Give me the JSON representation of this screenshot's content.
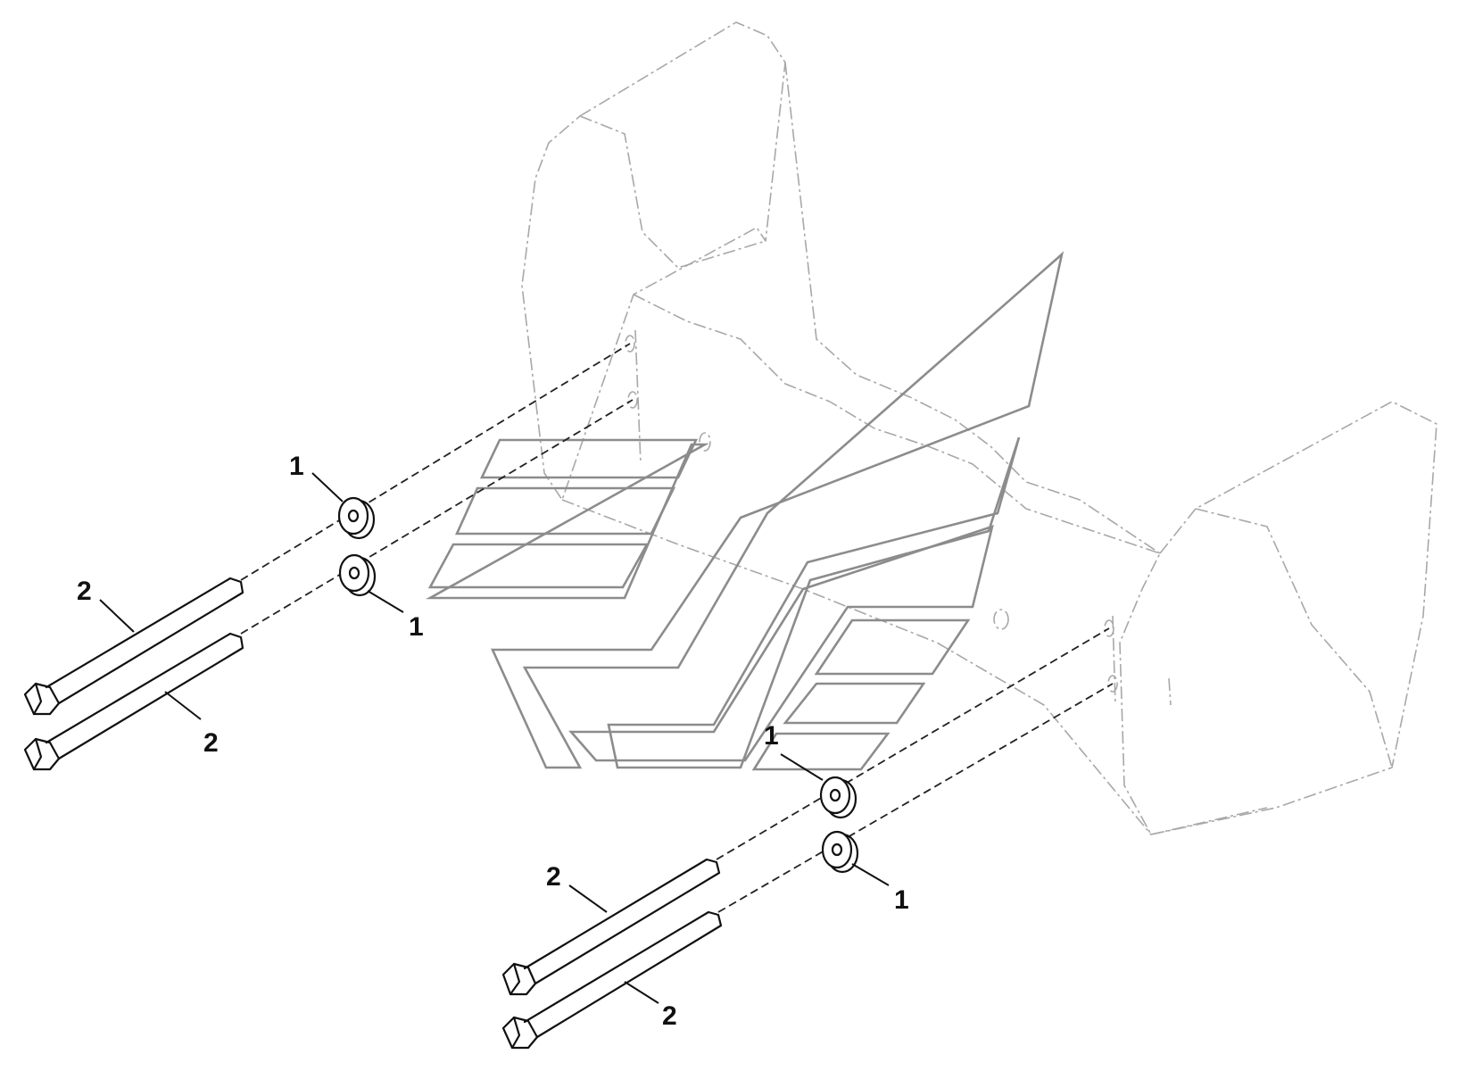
{
  "diagram": {
    "callouts": {
      "c1": "1",
      "c2": "1",
      "c3": "1",
      "c4": "1",
      "c5": "2",
      "c6": "2",
      "c7": "2",
      "c8": "2"
    }
  }
}
